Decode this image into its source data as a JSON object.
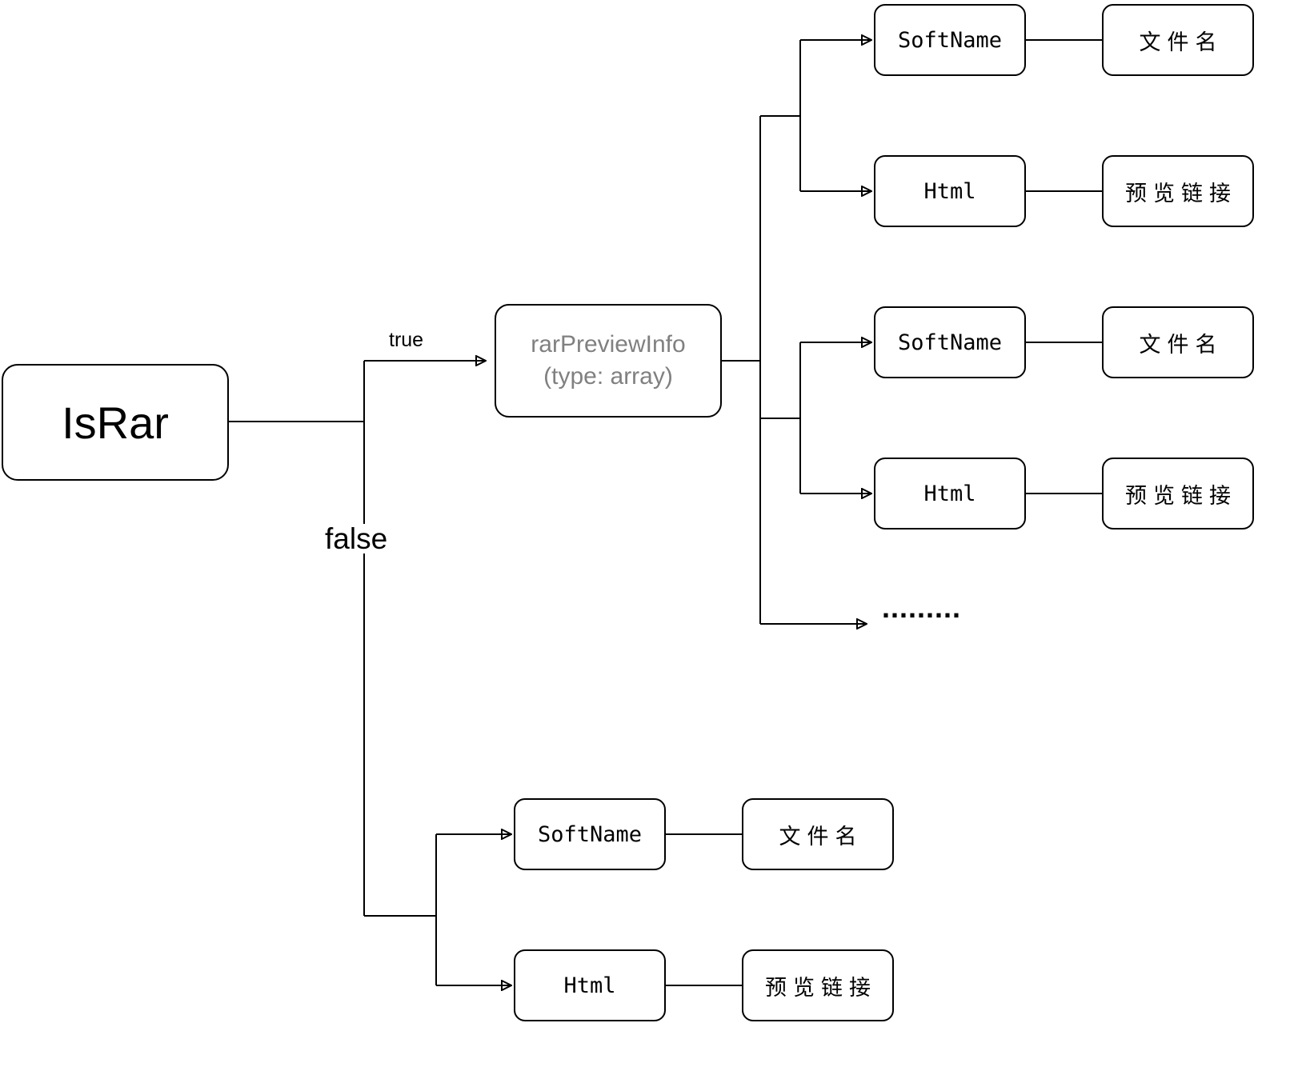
{
  "colors": {
    "line": "#000000",
    "node_border": "#000000",
    "muted_text": "#808080",
    "background": "#ffffff"
  },
  "root": {
    "label": "IsRar"
  },
  "branches": {
    "true_label": "true",
    "false_label": "false"
  },
  "array_node": {
    "title": "rarPreviewInfo",
    "subtitle": "(type: array)"
  },
  "fields": {
    "softname_label": "SoftName",
    "softname_desc": "文件名",
    "html_label": "Html",
    "html_desc": "预览链接"
  },
  "ellipsis": "........."
}
